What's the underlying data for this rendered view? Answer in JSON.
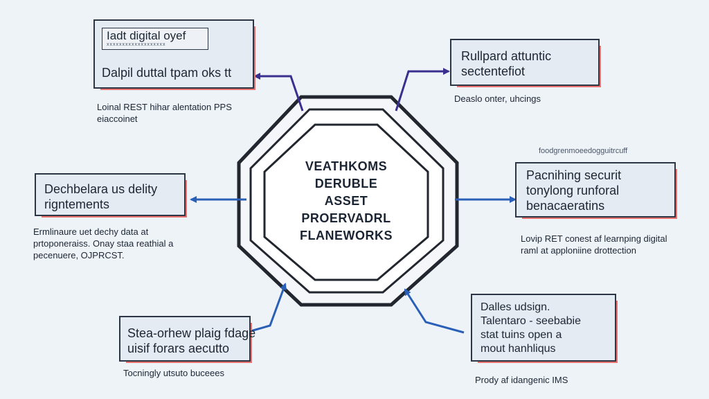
{
  "center": {
    "lines": [
      "VEATHKOMS",
      "DERUBLE",
      "ASSET",
      "PROERVADRL",
      "FLANEWORKS"
    ]
  },
  "top_left": {
    "inset_title": "Iadt digital oyef",
    "inset_sub": "xxxxxxxxxxxxxxxxxxx",
    "line": "Dalpil duttal tpam oks tt",
    "caption": [
      "Loinal REST hihar alentation PPS",
      "eiaccoinet"
    ]
  },
  "top_right": {
    "lines": [
      "Rullpard attuntic",
      "sectentefiot"
    ],
    "caption": "Deaslo onter, uhcings"
  },
  "mid_left": {
    "lines": [
      "Dechbelara us delity",
      "rigntements"
    ],
    "caption": [
      "Ermlinaure uet dechy data at",
      "prtoponeraiss. Onay staa reathial a",
      "pecenuere, OJPRCST."
    ]
  },
  "mid_right": {
    "header": "foodgrenmoeedogguitrcuff",
    "lines": [
      "Pacnihing securit",
      "tonylong runforal",
      "benacaeratins"
    ],
    "caption": [
      "Lovip RET conest af learnping digital",
      "raml at apploniine drottection"
    ]
  },
  "bottom_left": {
    "lines": [
      "Stea-orhew plaig fdage",
      "uisif forars aecutto"
    ],
    "caption": "Tocningly utsuto buceees"
  },
  "bottom_right": {
    "lines": [
      "Dalles udsign.",
      "Talentaro - seebabie",
      "stat tuins open a",
      "mout hanhliqus"
    ],
    "caption": "Prody af idangenic IMS"
  },
  "colors": {
    "arrow_blue": "#2a5fb8",
    "arrow_purple": "#3a2f8f",
    "accent_red": "#e9726f"
  }
}
